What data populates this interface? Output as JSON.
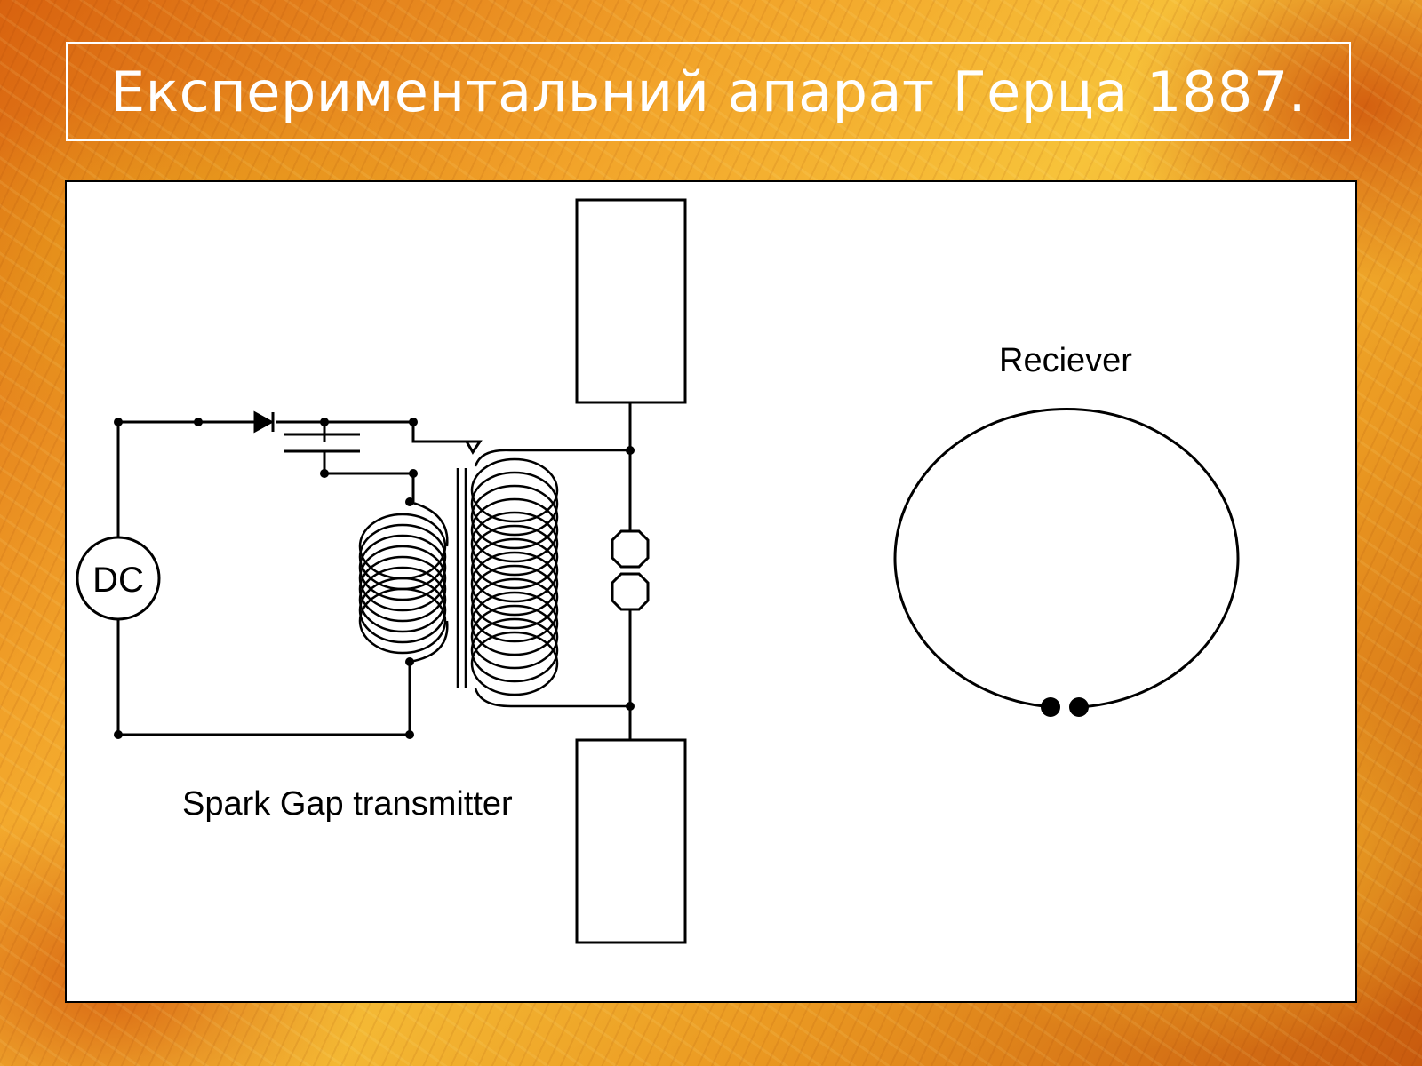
{
  "slide": {
    "title": "Експериментальний апарат Герца 1887."
  },
  "diagram": {
    "source_label": "DC",
    "transmitter_label": "Spark Gap transmitter",
    "receiver_label": "Reciever",
    "colors": {
      "line": "#000000",
      "panel": "#ffffff",
      "title_text": "#ffffff"
    }
  }
}
